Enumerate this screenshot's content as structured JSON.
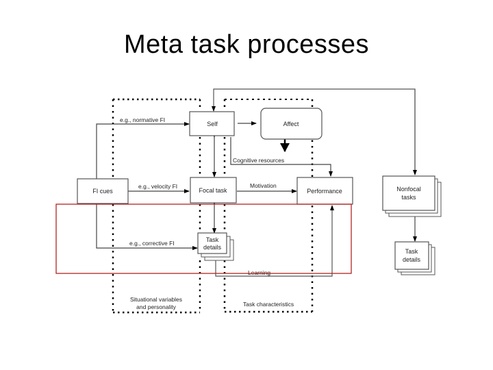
{
  "title": "Meta task processes",
  "diagram": {
    "nodes": {
      "fi_cues": "FI cues",
      "self": "Self",
      "affect": "Affect",
      "focal_task": "Focal task",
      "performance": "Performance",
      "task_details": [
        "Task",
        "details"
      ],
      "nonfocal_tasks": [
        "Nonfocal",
        "tasks"
      ],
      "nonfocal_task_details": [
        "Task",
        "details"
      ]
    },
    "edge_labels": {
      "normative_fi": "e.g., normative FI",
      "velocity_fi": "e.g., velocity FI",
      "corrective_fi": "e.g., corrective FI",
      "cognitive_resources": "Cognitive resources",
      "motivation": "Motivation",
      "learning": "Learning"
    },
    "regions": {
      "situational": [
        "Situational variables",
        "and personality"
      ],
      "task_characteristics": "Task characteristics"
    },
    "highlight_color": "#b22222"
  }
}
